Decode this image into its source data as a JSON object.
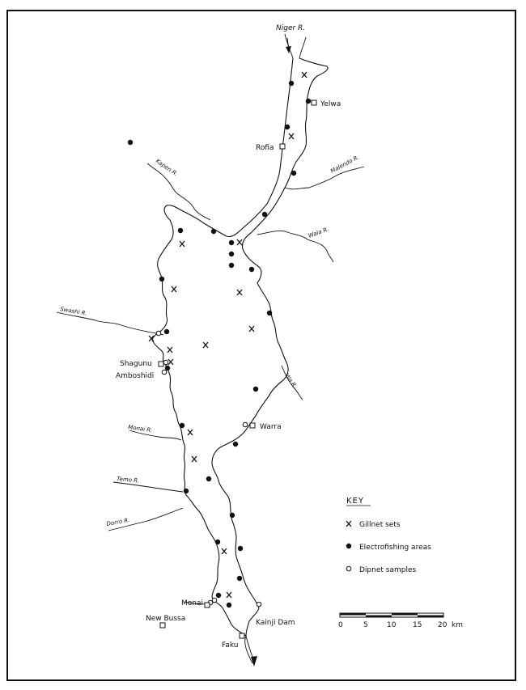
{
  "places": {
    "yelwa": "Yelwa",
    "rofia": "Rofia",
    "shagunu": "Shagunu",
    "amboshidi": "Amboshidi",
    "warra": "Warra",
    "monai": "Monai",
    "new_bussa": "New Bussa",
    "kainji_dam": "Kainji Dam",
    "faku": "Faku"
  },
  "rivers": {
    "niger": "Niger R.",
    "kapen": "Kapen R.",
    "malendo": "Malendo R.",
    "wala": "Wala R.",
    "swashi": "Swashi R.",
    "wa": "Wa R.",
    "monai": "Monai R.",
    "temo": "Temo R.",
    "doro": "Dorro R."
  },
  "key": {
    "title": "KEY",
    "gillnet": "Gillnet sets",
    "electro": "Electrofishing areas",
    "dipnet": "Dipnet samples"
  },
  "scale": {
    "ticks": [
      "0",
      "5",
      "10",
      "15",
      "20"
    ],
    "unit": "km"
  },
  "colors": {
    "ink": "#111111",
    "paper": "#ffffff"
  }
}
